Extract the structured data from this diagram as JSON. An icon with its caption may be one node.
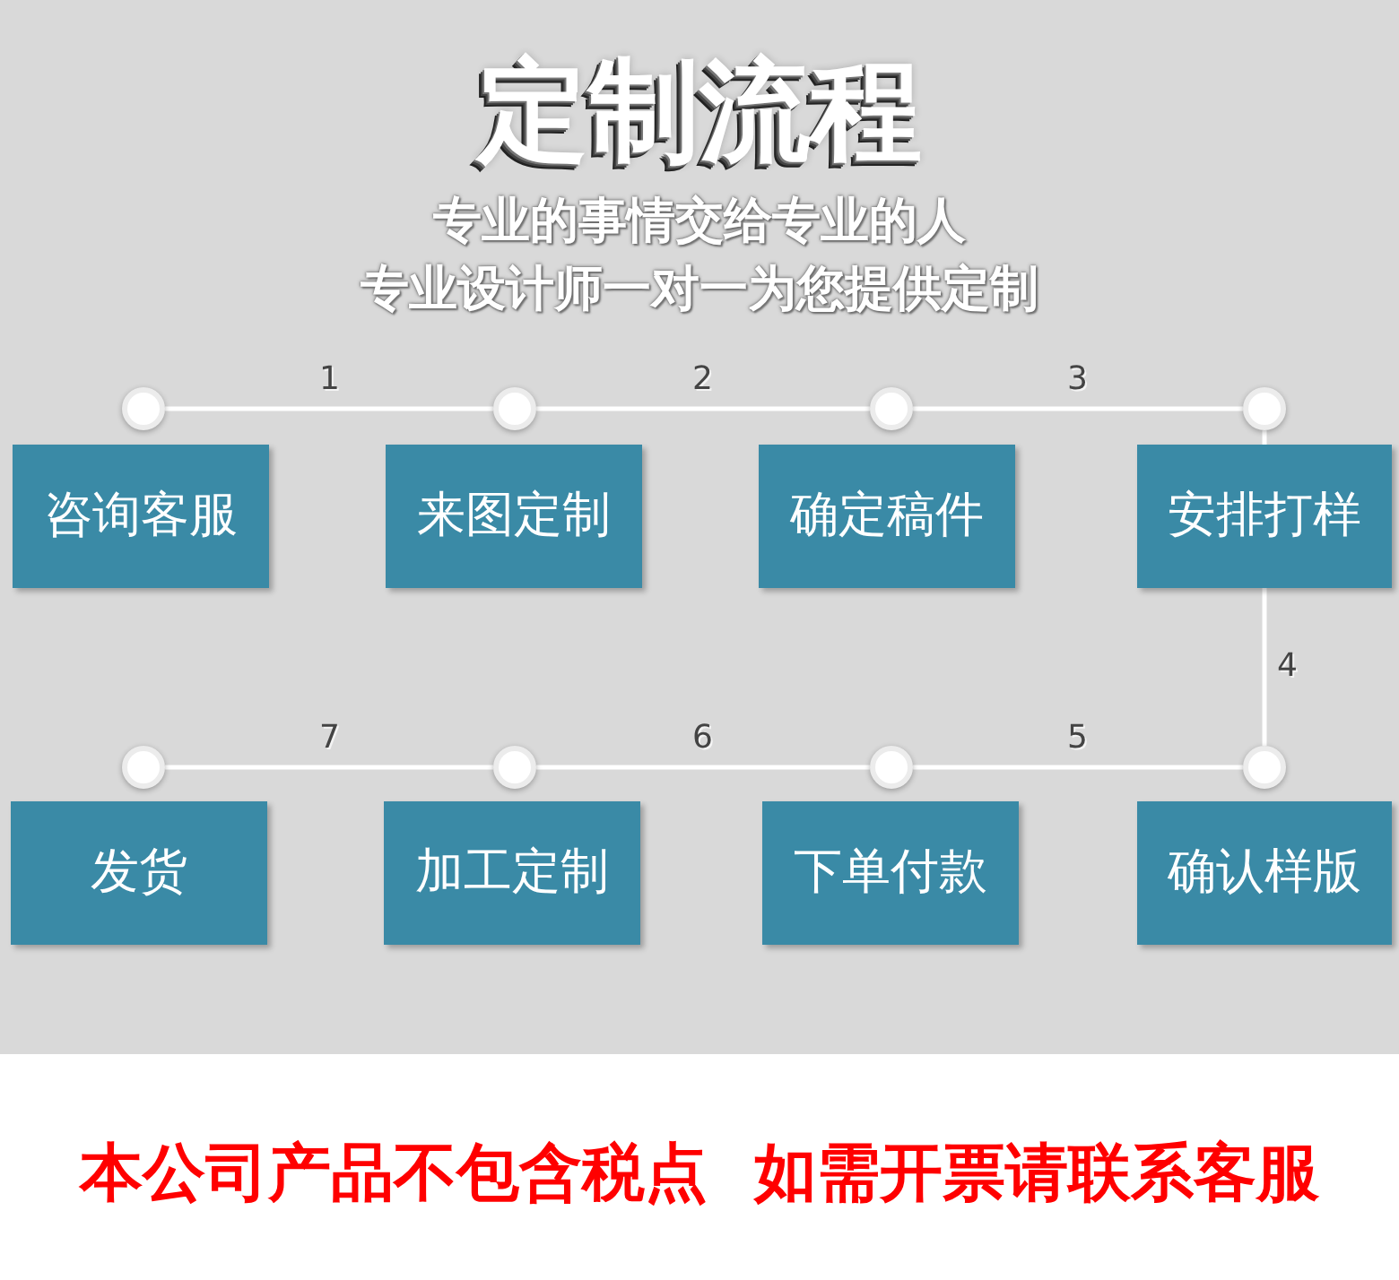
{
  "diagram": {
    "title": "定制流程",
    "nodes": [
      {
        "text": [],
        "shape": "circle"
      },
      {
        "text": [],
        "shape": "circle"
      },
      {
        "text": [],
        "shape": "circle"
      },
      {
        "text": [],
        "shape": "circle"
      },
      {
        "text": [
          "咨询客服"
        ]
      },
      {
        "text": [
          "来图定制"
        ]
      },
      {
        "text": [
          "确定稿件"
        ]
      },
      {
        "text": [
          "安排打样"
        ]
      },
      {
        "text": [],
        "shape": "circle"
      },
      {
        "text": [],
        "shape": "circle"
      },
      {
        "text": [],
        "shape": "circle"
      },
      {
        "text": [],
        "shape": "circle"
      },
      {
        "text": [
          "发货"
        ]
      },
      {
        "text": [
          "加工定制"
        ]
      },
      {
        "text": [
          "下单付款"
        ]
      },
      {
        "text": [
          "确认样版"
        ]
      }
    ],
    "edges": [
      {
        "from": 0,
        "to": 1,
        "arrow": "none",
        "label": "1"
      },
      {
        "from": 1,
        "to": 2,
        "arrow": "none",
        "label": "2"
      },
      {
        "from": 2,
        "to": 3,
        "arrow": "none",
        "label": "3"
      },
      {
        "from": 3,
        "to": 7,
        "arrow": "none"
      },
      {
        "from": 7,
        "to": 11,
        "arrow": "none",
        "label": "4"
      },
      {
        "from": 11,
        "to": 10,
        "arrow": "none",
        "label": "5"
      },
      {
        "from": 10,
        "to": 9,
        "arrow": "none",
        "label": "6"
      },
      {
        "from": 9,
        "to": 8,
        "arrow": "none",
        "label": "7"
      }
    ],
    "labels": [
      "专业的事情交给专业的人",
      "专业设计师一对一为您提供定制",
      "本公司产品不包含税点",
      "如需开票请联系客服"
    ]
  }
}
